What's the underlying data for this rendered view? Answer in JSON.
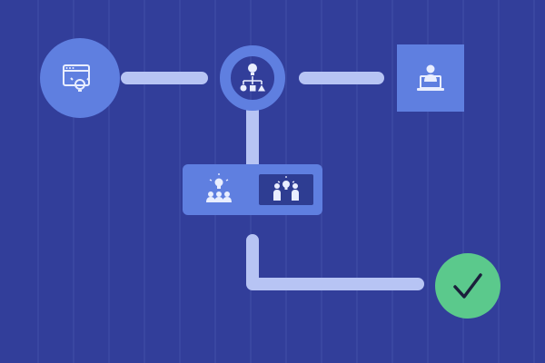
{
  "colors": {
    "background": "#323e9a",
    "stripe": "#4350a8",
    "node_fill": "#5f7fe0",
    "node_dark": "#2e3d92",
    "connector": "#b7c4f4",
    "icon": "#e9eeff",
    "success": "#5bc98c",
    "check": "#1b1f3b"
  },
  "nodes": [
    {
      "id": "start",
      "shape": "circle",
      "icon": "browser-lightbulb-icon"
    },
    {
      "id": "hub",
      "shape": "ring",
      "icon": "idea-hierarchy-icon"
    },
    {
      "id": "end-device",
      "shape": "square",
      "icon": "person-laptop-icon"
    },
    {
      "id": "team",
      "shape": "panel",
      "icon": "idea-group-icon"
    },
    {
      "id": "pair",
      "shape": "panel-dark",
      "icon": "idea-pair-icon"
    },
    {
      "id": "done",
      "shape": "circle",
      "icon": "checkmark-icon"
    }
  ]
}
